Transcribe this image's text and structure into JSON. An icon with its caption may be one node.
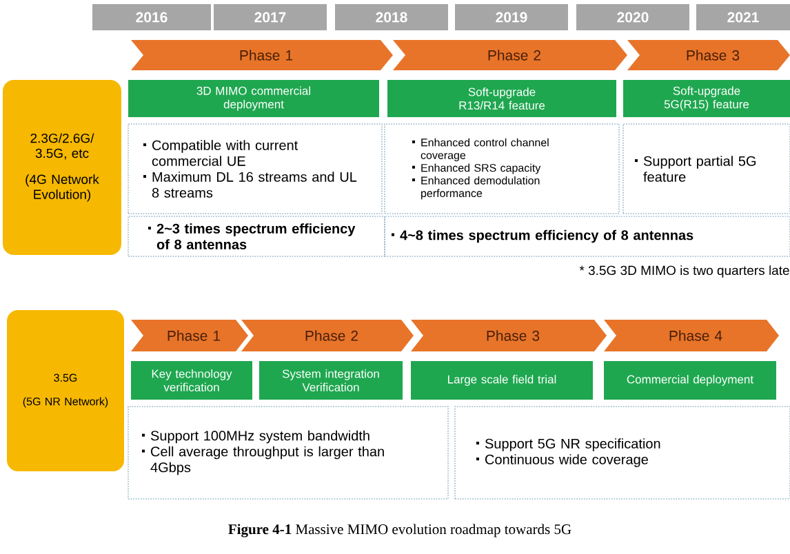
{
  "diagram": {
    "caption": "**Figure 4-1** Massive MIMO evolution roadmap towards 5G",
    "nodes": [
      {
        "text": [
          "2016"
        ]
      },
      {
        "text": [
          "2017"
        ]
      },
      {
        "text": [
          "2018"
        ]
      },
      {
        "text": [
          "2019"
        ]
      },
      {
        "text": [
          "2020"
        ]
      },
      {
        "text": [
          "2021"
        ]
      },
      {
        "text": [
          "Phase 1"
        ]
      },
      {
        "text": [
          "Phase 2"
        ]
      },
      {
        "text": [
          "Phase 3"
        ]
      },
      {
        "text": [
          "2.3G/2.6G/ 3.5G, etc",
          "(4G Network Evolution)"
        ]
      },
      {
        "text": [
          "3D MIMO commercial deployment"
        ]
      },
      {
        "text": [
          "Soft-upgrade R13/R14 feature"
        ]
      },
      {
        "text": [
          "Soft-upgrade 5G(R15) feature"
        ]
      },
      {
        "text": [
          "Compatible with current commercial UE",
          "Maximum DL 16 streams and UL 8 streams"
        ]
      },
      {
        "text": [
          "Enhanced control channel coverage",
          "Enhanced SRS capacity",
          "Enhanced demodulation performance"
        ]
      },
      {
        "text": [
          "Support partial 5G feature"
        ]
      },
      {
        "text": [
          "2~3 times spectrum efficiency of 8 antennas"
        ]
      },
      {
        "text": [
          "4~8 times spectrum efficiency of 8 antennas"
        ]
      },
      {
        "text": [
          "3.5G",
          "(5G NR Network)"
        ]
      },
      {
        "text": [
          "Phase 1"
        ]
      },
      {
        "text": [
          "Phase 2"
        ]
      },
      {
        "text": [
          "Phase 3"
        ]
      },
      {
        "text": [
          "Phase 4"
        ]
      },
      {
        "text": [
          "Key technology verification"
        ]
      },
      {
        "text": [
          "System integration Verification"
        ]
      },
      {
        "text": [
          "Large scale field trial"
        ]
      },
      {
        "text": [
          "Commercial deployment"
        ]
      },
      {
        "text": [
          "Support 100MHz system bandwidth",
          "Cell average throughput is larger than 4Gbps"
        ]
      },
      {
        "text": [
          "Support 5G NR specification",
          "Continuous wide coverage"
        ]
      }
    ],
    "edges": [],
    "labels": [
      "* 3.5G 3D MIMO is two quarters late"
    ]
  }
}
